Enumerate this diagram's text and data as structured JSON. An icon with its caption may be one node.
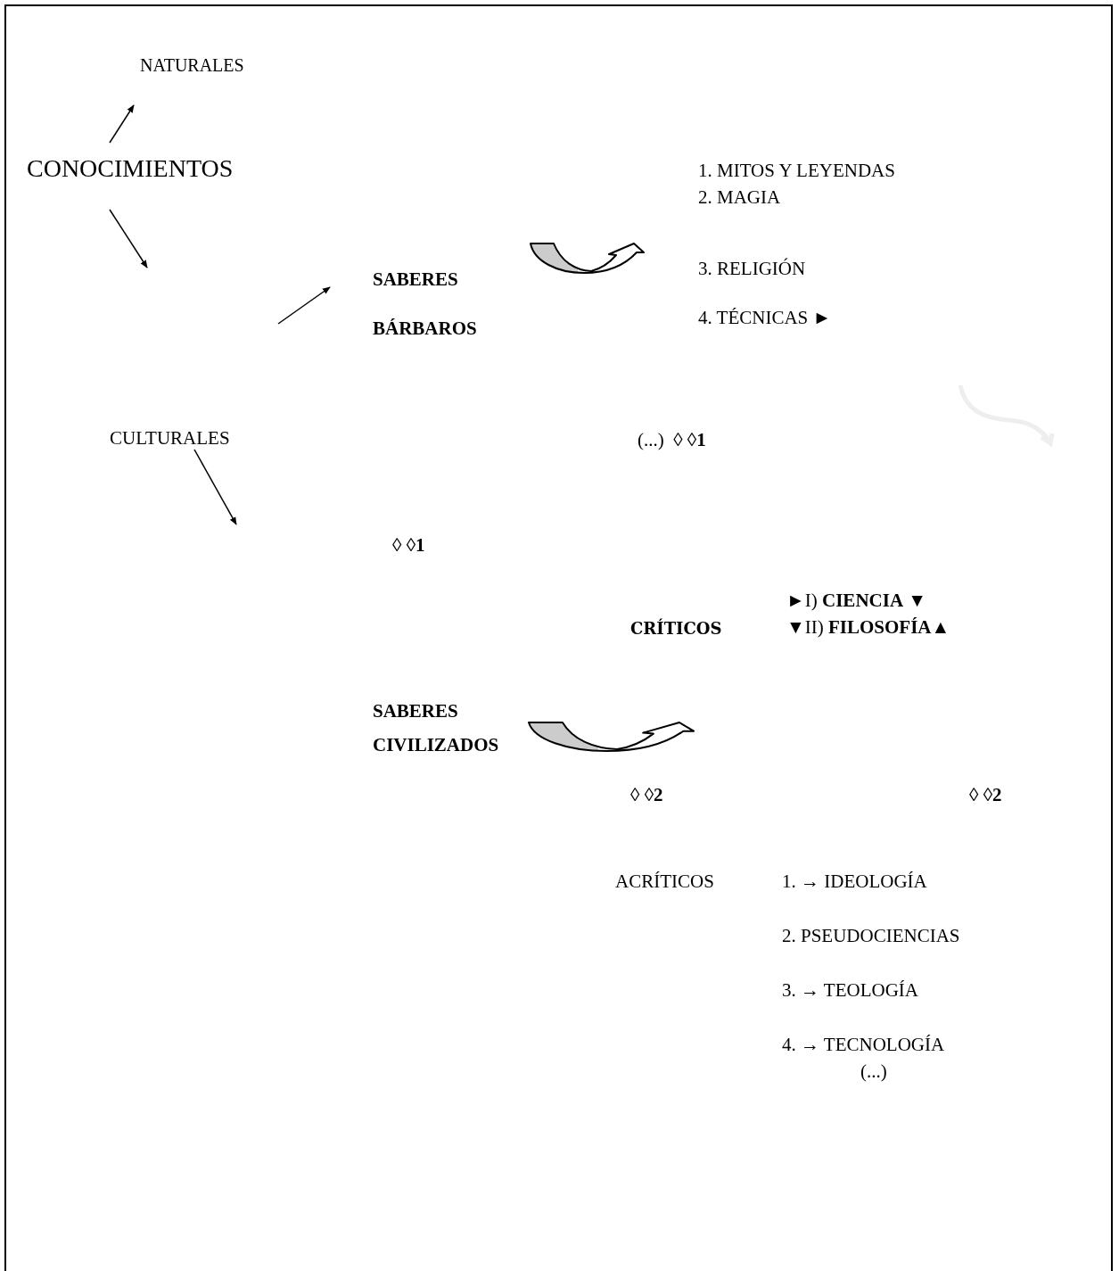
{
  "diagram": {
    "nodes": [
      {
        "text": [
          "NATURALES"
        ]
      },
      {
        "text": [
          "CONOCIMIENTOS"
        ]
      },
      {
        "text": [
          "SABERES BÁRBAROS"
        ]
      },
      {
        "text": [
          "1. MITOS Y LEYENDAS",
          "2. MAGIA",
          "3. RELIGIÓN",
          "4. TÉCNICAS ►"
        ]
      },
      {
        "text": [
          "CULTURALES"
        ]
      },
      {
        "text": [
          "SABERES CIVILIZADOS"
        ]
      }
    ],
    "edges": [
      {
        "from": 1,
        "to": 0,
        "arrow": "to"
      },
      {
        "from": 1,
        "to": null,
        "arrow": "to"
      },
      {
        "from": null,
        "to": 2,
        "arrow": "to"
      },
      {
        "from": 4,
        "to": null,
        "arrow": "to"
      },
      {
        "from": 2,
        "to": 3,
        "arrow": "to",
        "style": "thick"
      },
      {
        "from": 5,
        "to": null,
        "arrow": "to",
        "style": "thick"
      }
    ],
    "labels": [
      "(...)  ◊ ◊**1**",
      "◊ ◊**1**",
      "►I) **CIENCIA** ▼",
      "CRÍTICOS",
      "▼II) **FILOSOFÍA**▲",
      "◊ ◊**2**",
      "◊ ◊**2**",
      "ACRÍTICOS",
      "1. → IDEOLOGÍA",
      "2. PSEUDOCIENCIAS",
      "3. → TEOLOGÍA",
      "4. → TECNOLOGÍA",
      "(...)"
    ]
  }
}
